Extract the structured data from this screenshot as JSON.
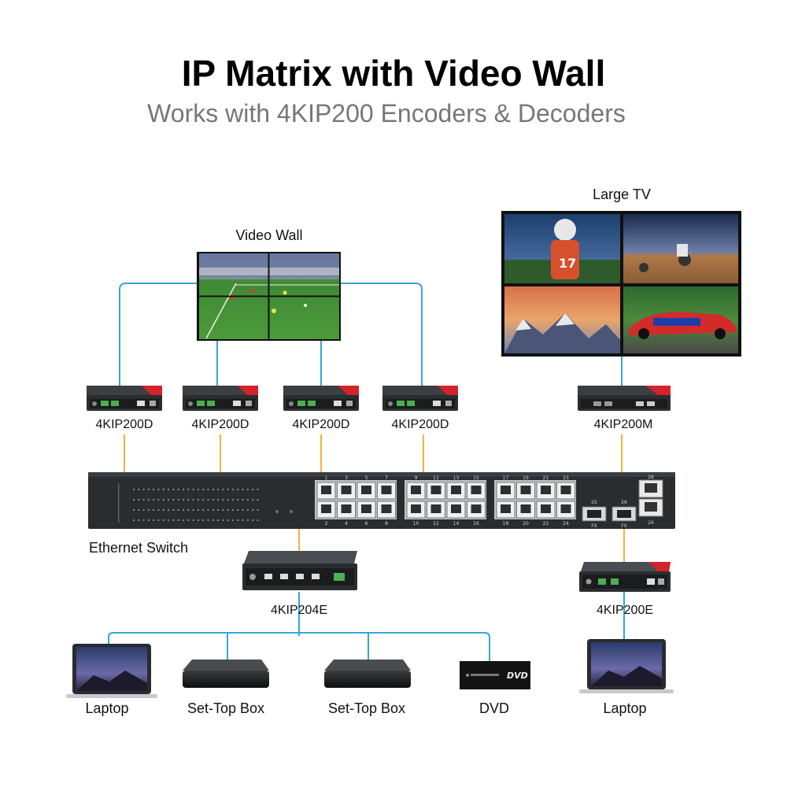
{
  "header": {
    "title": "IP Matrix with Video Wall",
    "subtitle": "Works with 4KIP200 Encoders & Decoders"
  },
  "displays": {
    "video_wall": "Video Wall",
    "large_tv": "Large TV"
  },
  "decoders": [
    "4KIP200D",
    "4KIP200D",
    "4KIP200D",
    "4KIP200D"
  ],
  "multiviewer": "4KIP200M",
  "switch": {
    "label": "Ethernet Switch",
    "port_numbers_top": [
      "1",
      "3",
      "5",
      "7",
      "9",
      "11",
      "13",
      "15",
      "17",
      "19",
      "21",
      "23"
    ],
    "port_numbers_bottom": [
      "2",
      "4",
      "6",
      "8",
      "10",
      "12",
      "14",
      "16",
      "18",
      "20",
      "22",
      "24"
    ],
    "sfp_labels": [
      "25",
      "26"
    ],
    "fx_label": "FX",
    "right_ports": [
      "28",
      "26"
    ]
  },
  "encoders": {
    "multi_input": "4KIP204E",
    "single_input": "4KIP200E"
  },
  "sources": {
    "left": [
      "Laptop",
      "Set-Top Box",
      "Set-Top Box",
      "DVD"
    ],
    "right": "Laptop"
  },
  "colors": {
    "cable": "#36a6d4",
    "ethernet": "#f0b43a",
    "device_body": "#202426",
    "switch_body": "#2a2d30",
    "brand_red": "#d4232a"
  }
}
